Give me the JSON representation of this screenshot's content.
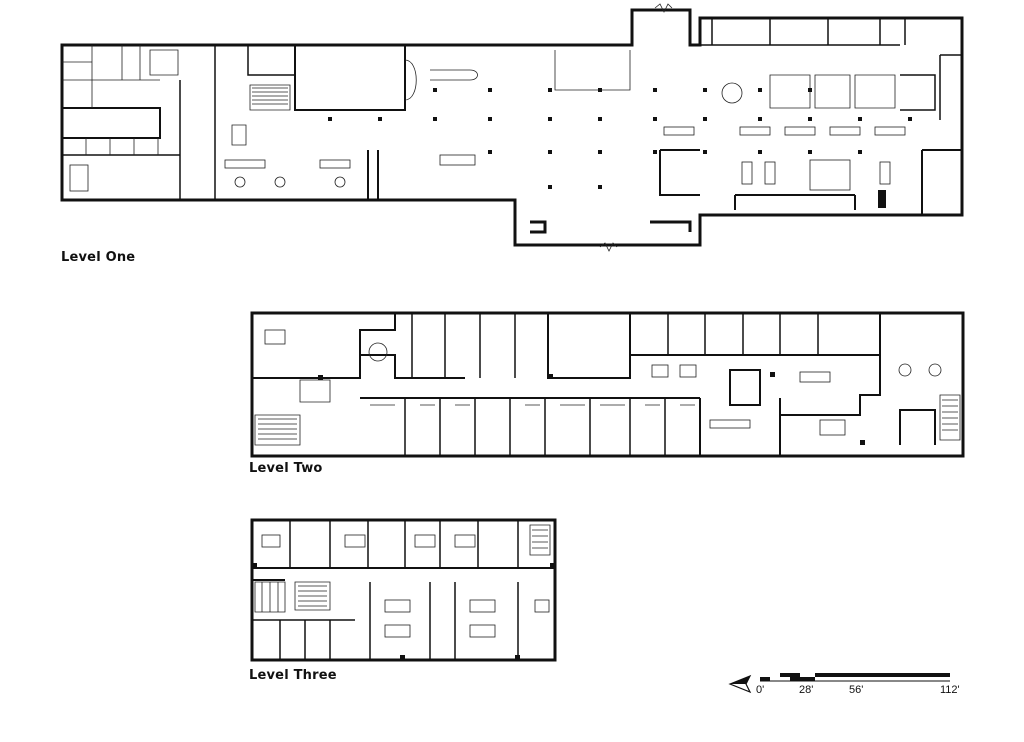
{
  "levels": {
    "one": {
      "label": "Level One"
    },
    "two": {
      "label": "Level Two"
    },
    "three": {
      "label": "Level Three"
    }
  },
  "scale_bar": {
    "ticks": [
      "0'",
      "28'",
      "56'",
      "112'"
    ],
    "north_arrow_icon": "north-arrow-icon"
  },
  "colors": {
    "ink": "#111111",
    "paper": "#ffffff"
  }
}
